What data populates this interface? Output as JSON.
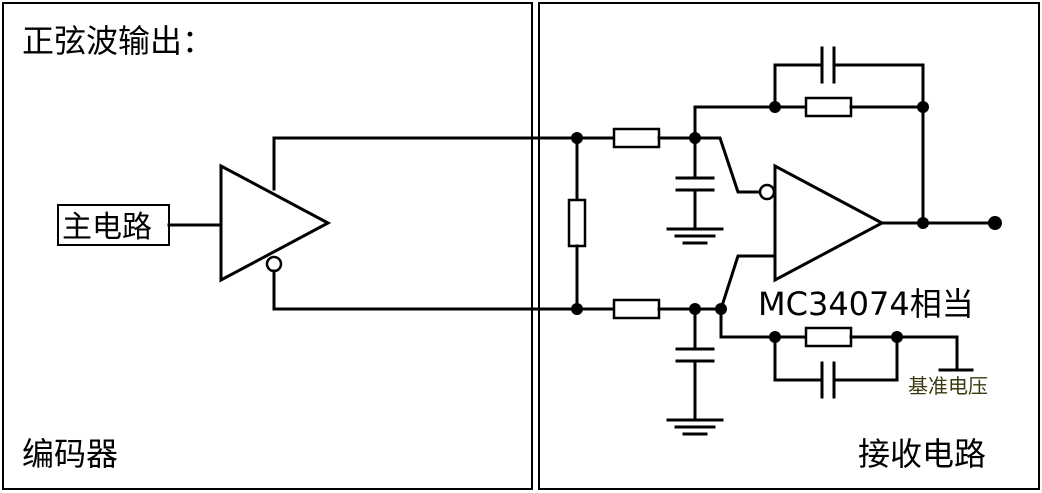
{
  "labels": {
    "title": "正弦波输出：",
    "main_circuit": "主电路",
    "encoder": "编码器",
    "receiver": "接收电路",
    "opamp": "MC34074相当",
    "reference_voltage": "基准电压"
  },
  "colors": {
    "line": "#000000",
    "background": "#ffffff",
    "reference_label": "#3a3a10"
  }
}
